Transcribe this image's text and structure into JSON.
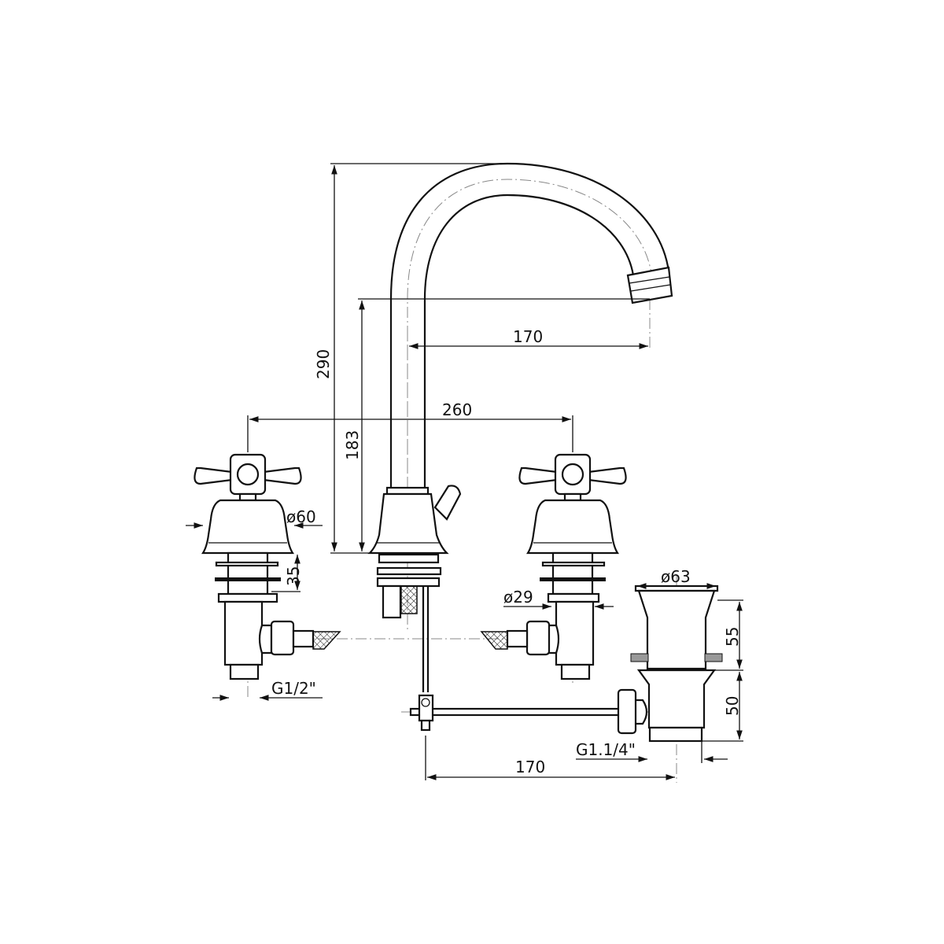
{
  "drawing": {
    "title": "Three-hole basin mixer with pop-up waste",
    "dimensions": {
      "total_height": "290",
      "spout_height": "183",
      "spout_reach": "170",
      "handle_spacing": "260",
      "base_diameter": "ø60",
      "shank_length": "35",
      "shank_diameter": "ø29",
      "waste_diameter": "ø63",
      "waste_upper": "55",
      "waste_lower": "50",
      "inlet_thread": "G1/2\"",
      "waste_thread": "G1.1/4\"",
      "rod_distance": "170"
    }
  }
}
